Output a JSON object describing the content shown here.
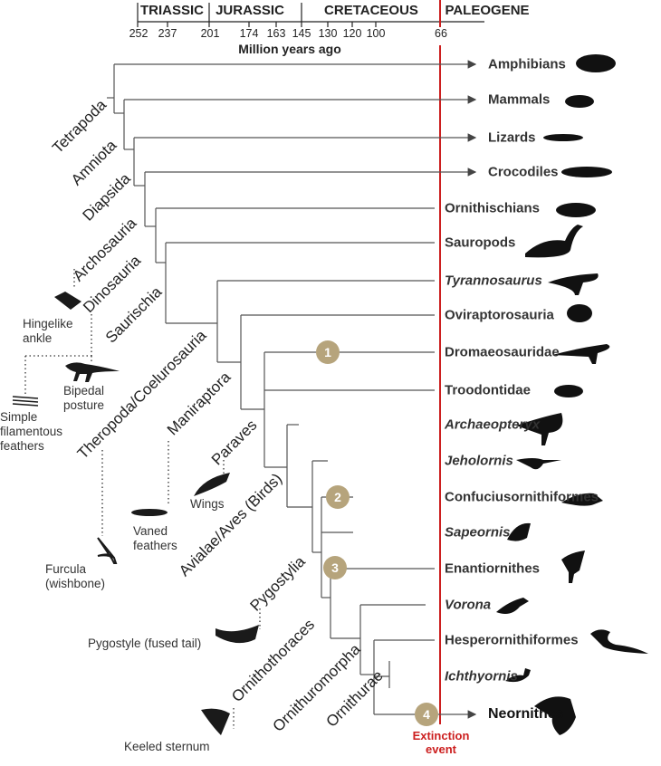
{
  "timeline": {
    "periods": [
      "TRIASSIC",
      "JURASSIC",
      "CRETACEOUS",
      "PALEOGENE"
    ],
    "ticks": [
      "252",
      "237",
      "201",
      "174",
      "163",
      "145",
      "130",
      "120",
      "100",
      "66"
    ],
    "axis_title": "Million years ago"
  },
  "taxa": [
    "Amphibians",
    "Mammals",
    "Lizards",
    "Crocodiles",
    "Ornithischians",
    "Sauropods",
    "Tyrannosaurus",
    "Oviraptorosauria",
    "Dromaeosauridae",
    "Troodontidae",
    "Archaeopteryx",
    "Jeholornis",
    "Confuciusornithiformes",
    "Sapeornis",
    "Enantiornithes",
    "Vorona",
    "Hesperornithiformes",
    "Ichthyornis",
    "Neornithes"
  ],
  "clades": [
    "Tetrapoda",
    "Amniota",
    "Diapsida",
    "Archosauria",
    "Dinosauria",
    "Saurischia",
    "Theropoda/Coelurosauria",
    "Maniraptora",
    "Paraves",
    "Avialae/Aves (Birds)",
    "Pygostylia",
    "Ornithothoraces",
    "Ornithuromorpha",
    "Ornithurae"
  ],
  "traits": {
    "ankle": [
      "Hingelike",
      "ankle"
    ],
    "bipedal": [
      "Bipedal",
      "posture"
    ],
    "filament": [
      "Simple",
      "filamentous",
      "feathers"
    ],
    "furcula": [
      "Furcula",
      "(wishbone)"
    ],
    "vaned": [
      "Vaned",
      "feathers"
    ],
    "wings": "Wings",
    "pygostyle": "Pygostyle (fused tail)",
    "sternum": "Keeled sternum"
  },
  "badges": [
    "1",
    "2",
    "3",
    "4"
  ],
  "extinction": [
    "Extinction",
    "event"
  ],
  "colors": {
    "extinction_line": "#cc1f1f",
    "badge": "#b6a47c",
    "branch": "#555555"
  }
}
